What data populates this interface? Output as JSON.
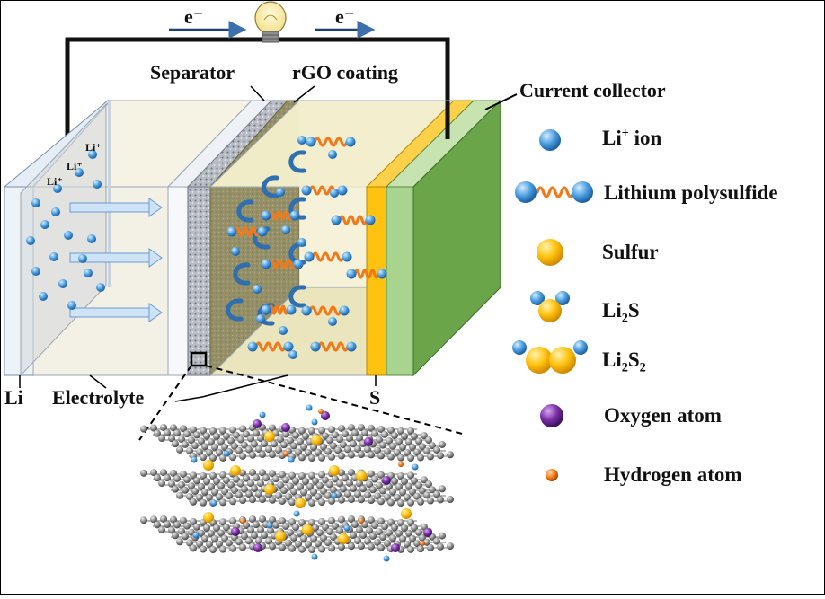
{
  "diagram": {
    "electron_labels": [
      "e⁻",
      "e⁻"
    ],
    "top_labels": {
      "separator": "Separator",
      "rgo": "rGO coating",
      "collector": "Current collector"
    },
    "bottom_labels": {
      "li": "Li",
      "electrolyte": "Electrolyte",
      "s": "S"
    },
    "ion_labels": [
      "Li⁺",
      "Li⁺",
      "Li⁺"
    ]
  },
  "legend": {
    "li_ion": {
      "main": "Li",
      "sup": "+",
      "rest": " ion"
    },
    "polysulfide": "Lithium polysulfide",
    "sulfur": "Sulfur",
    "li2s": {
      "a": "Li",
      "b": "2",
      "c": "S"
    },
    "li2s2": {
      "a": "Li",
      "b": "2",
      "c": "S",
      "d": "2"
    },
    "oxygen": "Oxygen atom",
    "hydrogen": "Hydrogen atom"
  },
  "colors": {
    "li_ion": "#4a9ee0",
    "polysulfide": "#f07a1a",
    "sulfur": "#ffc20e",
    "oxygen": "#7b2fa8",
    "hydrogen": "#f07a1a",
    "collector": "#8cc66d",
    "carbon": "#8a8a8a"
  }
}
